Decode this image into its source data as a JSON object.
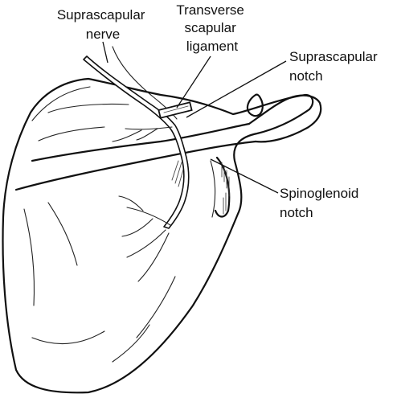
{
  "labels": {
    "suprascapular_nerve": [
      "Suprascapular",
      "nerve"
    ],
    "transverse_scapular_ligament": [
      "Transverse",
      "scapular",
      "ligament"
    ],
    "suprascapular_notch": [
      "Suprascapular",
      "notch"
    ],
    "spinoglenoid_notch": [
      "Spinoglenoid",
      "notch"
    ]
  }
}
